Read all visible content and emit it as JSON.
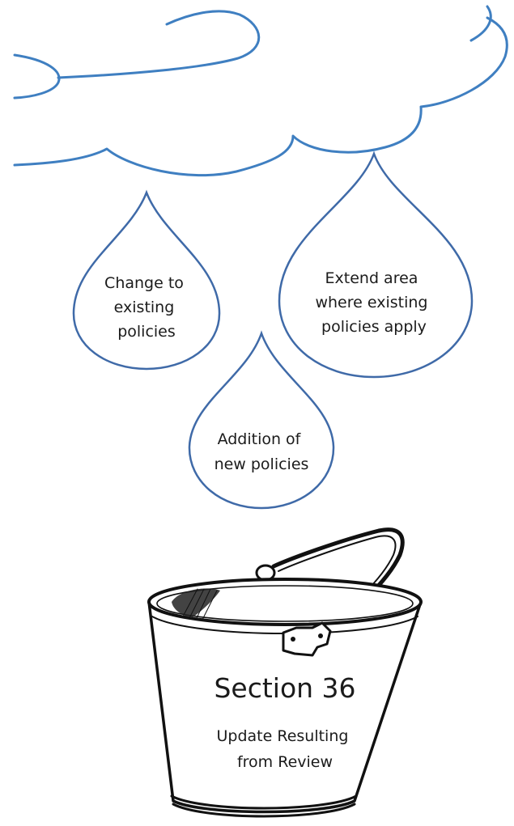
{
  "colors": {
    "cloud_stroke": "#3f7fc1",
    "drop_stroke": "#3f6aa8",
    "bucket_stroke": "#111111",
    "text": "#1b1b1b"
  },
  "drops": [
    {
      "lines": [
        "Change to",
        "existing",
        "policies"
      ]
    },
    {
      "lines": [
        "Extend area",
        "where existing",
        "policies apply"
      ]
    },
    {
      "lines": [
        "Addition of",
        "new policies"
      ]
    }
  ],
  "bucket": {
    "title": "Section 36",
    "subtitle_lines": [
      "Update Resulting",
      "from Review"
    ]
  }
}
